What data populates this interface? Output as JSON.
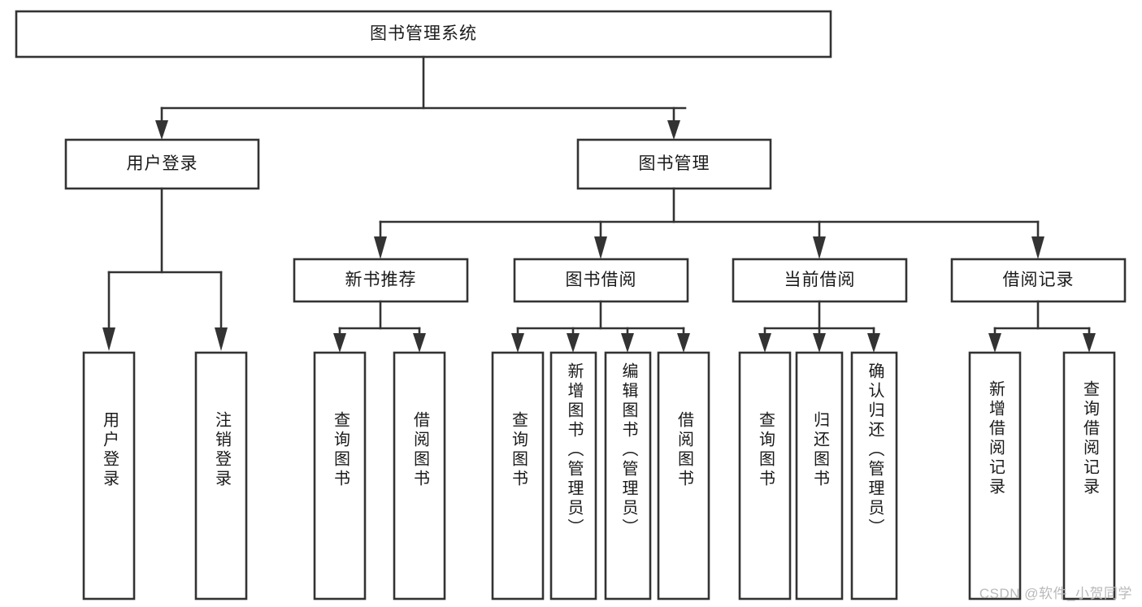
{
  "diagram": {
    "type": "hierarchy-tree",
    "title": "图书管理系统",
    "orientation": "top-down",
    "colors": {
      "stroke": "#333333",
      "fill": "#ffffff",
      "text": "#1a1a1a",
      "watermark": "#b9b9b9"
    },
    "levels": {
      "level1": [
        {
          "id": "root",
          "label": "图书管理系统",
          "orientation": "horizontal"
        }
      ],
      "level2": [
        {
          "id": "user-login",
          "label": "用户登录",
          "orientation": "horizontal"
        },
        {
          "id": "book-manage",
          "label": "图书管理",
          "orientation": "horizontal"
        }
      ],
      "level3": [
        {
          "id": "new-book-rec",
          "label": "新书推荐",
          "orientation": "horizontal"
        },
        {
          "id": "book-borrow",
          "label": "图书借阅",
          "orientation": "horizontal"
        },
        {
          "id": "current-borrow",
          "label": "当前借阅",
          "orientation": "horizontal"
        },
        {
          "id": "borrow-record",
          "label": "借阅记录",
          "orientation": "horizontal"
        }
      ],
      "level4": [
        {
          "id": "leaf-user-login",
          "label": "用户登录",
          "orientation": "vertical",
          "parent": "user-login"
        },
        {
          "id": "leaf-logout",
          "label": "注销登录",
          "orientation": "vertical",
          "parent": "user-login"
        },
        {
          "id": "leaf-query-book-1",
          "label": "查询图书",
          "orientation": "vertical",
          "parent": "new-book-rec"
        },
        {
          "id": "leaf-borrow-book-1",
          "label": "借阅图书",
          "orientation": "vertical",
          "parent": "new-book-rec"
        },
        {
          "id": "leaf-query-book-2",
          "label": "查询图书",
          "orientation": "vertical",
          "parent": "book-borrow"
        },
        {
          "id": "leaf-add-book",
          "label": "新增图书（管理员）",
          "orientation": "vertical",
          "parent": "book-borrow"
        },
        {
          "id": "leaf-edit-book",
          "label": "编辑图书（管理员）",
          "orientation": "vertical",
          "parent": "book-borrow"
        },
        {
          "id": "leaf-borrow-book-2",
          "label": "借阅图书",
          "orientation": "vertical",
          "parent": "book-borrow"
        },
        {
          "id": "leaf-query-book-3",
          "label": "查询图书",
          "orientation": "vertical",
          "parent": "current-borrow"
        },
        {
          "id": "leaf-return-book",
          "label": "归还图书",
          "orientation": "vertical",
          "parent": "current-borrow"
        },
        {
          "id": "leaf-confirm-return",
          "label": "确认归还（管理员）",
          "orientation": "vertical",
          "parent": "current-borrow"
        },
        {
          "id": "leaf-add-record",
          "label": "新增借阅记录",
          "orientation": "vertical",
          "parent": "borrow-record"
        },
        {
          "id": "leaf-query-record",
          "label": "查询借阅记录",
          "orientation": "vertical",
          "parent": "borrow-record"
        }
      ]
    }
  },
  "watermark": {
    "text": "CSDN @软件_小贺同学"
  }
}
